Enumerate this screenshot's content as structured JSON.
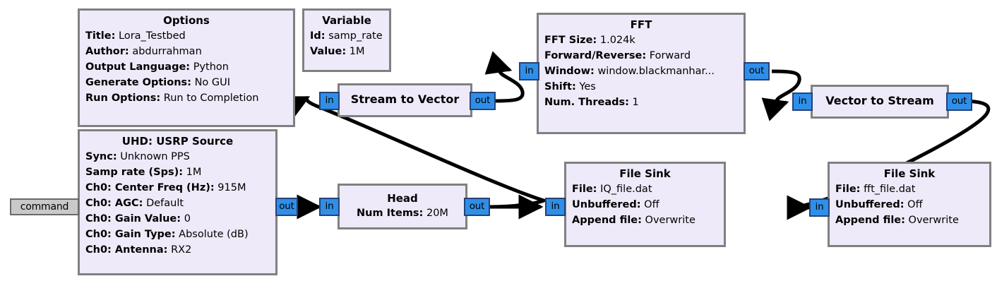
{
  "app": {
    "name": "GNU Radio Companion flowgraph canvas",
    "canvas_background": "#ffffff",
    "block_fill": "#eeeaf9",
    "block_border": "#808080",
    "port_fill": "#2f8fe8",
    "port_border": "#23427a",
    "message_port_fill": "#c9c9c9",
    "wire_color": "#000000"
  },
  "blocks": {
    "options": {
      "title": "Options",
      "params": [
        {
          "key": "Title:",
          "value": "Lora_Testbed"
        },
        {
          "key": "Author:",
          "value": "abdurrahman"
        },
        {
          "key": "Output Language:",
          "value": "Python"
        },
        {
          "key": "Generate Options:",
          "value": "No GUI"
        },
        {
          "key": "Run Options:",
          "value": "Run to Completion"
        }
      ]
    },
    "variable": {
      "title": "Variable",
      "params": [
        {
          "key": "Id:",
          "value": "samp_rate"
        },
        {
          "key": "Value:",
          "value": "1M"
        }
      ]
    },
    "usrp_source": {
      "title": "UHD: USRP Source",
      "message_port": "command",
      "out_port": "out",
      "params": [
        {
          "key": "Sync:",
          "value": "Unknown PPS"
        },
        {
          "key": "Samp rate (Sps):",
          "value": "1M"
        },
        {
          "key": "Ch0: Center Freq (Hz):",
          "value": "915M"
        },
        {
          "key": "Ch0: AGC:",
          "value": "Default"
        },
        {
          "key": "Ch0: Gain Value:",
          "value": "0"
        },
        {
          "key": "Ch0: Gain Type:",
          "value": "Absolute (dB)"
        },
        {
          "key": "Ch0: Antenna:",
          "value": "RX2"
        }
      ]
    },
    "head": {
      "title": "Head",
      "in_port": "in",
      "out_port": "out",
      "params": [
        {
          "key": "Num Items:",
          "value": "20M"
        }
      ]
    },
    "stream_to_vector": {
      "title": "Stream to Vector",
      "in_port": "in",
      "out_port": "out",
      "params": []
    },
    "fft": {
      "title": "FFT",
      "in_port": "in",
      "out_port": "out",
      "params": [
        {
          "key": "FFT Size:",
          "value": "1.024k"
        },
        {
          "key": "Forward/Reverse:",
          "value": "Forward"
        },
        {
          "key": "Window:",
          "value": "window.blackmanhar..."
        },
        {
          "key": "Shift:",
          "value": "Yes"
        },
        {
          "key": "Num. Threads:",
          "value": "1"
        }
      ]
    },
    "vector_to_stream": {
      "title": "Vector to Stream",
      "in_port": "in",
      "out_port": "out",
      "params": []
    },
    "file_sink_iq": {
      "title": "File Sink",
      "in_port": "in",
      "params": [
        {
          "key": "File:",
          "value": "IQ_file.dat"
        },
        {
          "key": "Unbuffered:",
          "value": "Off"
        },
        {
          "key": "Append file:",
          "value": "Overwrite"
        }
      ]
    },
    "file_sink_fft": {
      "title": "File Sink",
      "in_port": "in",
      "params": [
        {
          "key": "File:",
          "value": "fft_file.dat"
        },
        {
          "key": "Unbuffered:",
          "value": "Off"
        },
        {
          "key": "Append file:",
          "value": "Overwrite"
        }
      ]
    }
  },
  "connections": [
    {
      "from": "usrp_source.out",
      "to": "head.in"
    },
    {
      "from": "head.out",
      "to": "file_sink_iq.in"
    },
    {
      "from": "head.out",
      "to": "stream_to_vector.in"
    },
    {
      "from": "stream_to_vector.out",
      "to": "fft.in"
    },
    {
      "from": "fft.out",
      "to": "vector_to_stream.in"
    },
    {
      "from": "vector_to_stream.out",
      "to": "file_sink_fft.in"
    }
  ]
}
